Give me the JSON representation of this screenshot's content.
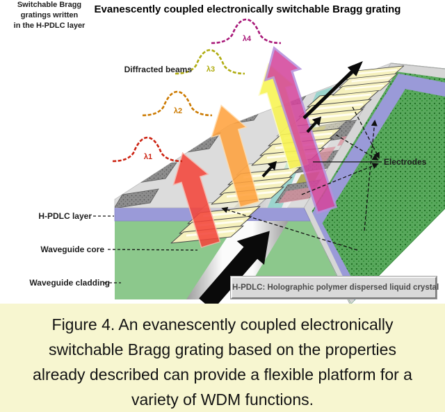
{
  "figure": {
    "title": "Evanescently coupled electronically switchable Bragg grating",
    "caption_lines": [
      "Figure 4. An evanescently coupled electronically",
      "switchable Bragg grating based on the properties",
      "already described can provide a flexible platform for a",
      "variety of WDM functions."
    ]
  },
  "diagram": {
    "diffracted_beams_label": "Diffracted beams",
    "beams": [
      {
        "name": "red diffracted beam",
        "wavelength": "λ1",
        "color": "#f4463c"
      },
      {
        "name": "orange diffracted beam",
        "wavelength": "λ2",
        "color": "#ffa23e"
      },
      {
        "name": "yellow diffracted beam",
        "wavelength": "λ3",
        "color": "#f8f455"
      },
      {
        "name": "magenta diffracted beam",
        "wavelength": "λ4",
        "color": "#d4479d"
      }
    ],
    "labels": {
      "h_pdlc_layer": "H-PDLC layer",
      "waveguide_core": "Waveguide core",
      "waveguide_cladding": "Waveguide cladding",
      "electrodes": "Electrodes",
      "switchable_gratings_lines": [
        "Switchable Bragg",
        "gratings written",
        "in the H-PDLC layer"
      ]
    },
    "legend_note": "H-PDLC: Holographic polymer dispersed liquid crystal",
    "colors": {
      "h_pdlc_layer": "#9a9ad8",
      "cladding_front": "#8cc88c",
      "cladding_side": "#58a85c",
      "top_surface": "#dcdcdc",
      "electrode_pad": "#8d8d8d",
      "grating_plate": "#f6f1bd",
      "teal_stripe": "#8fd2ca",
      "caption_background": "#f7f6d0"
    }
  }
}
